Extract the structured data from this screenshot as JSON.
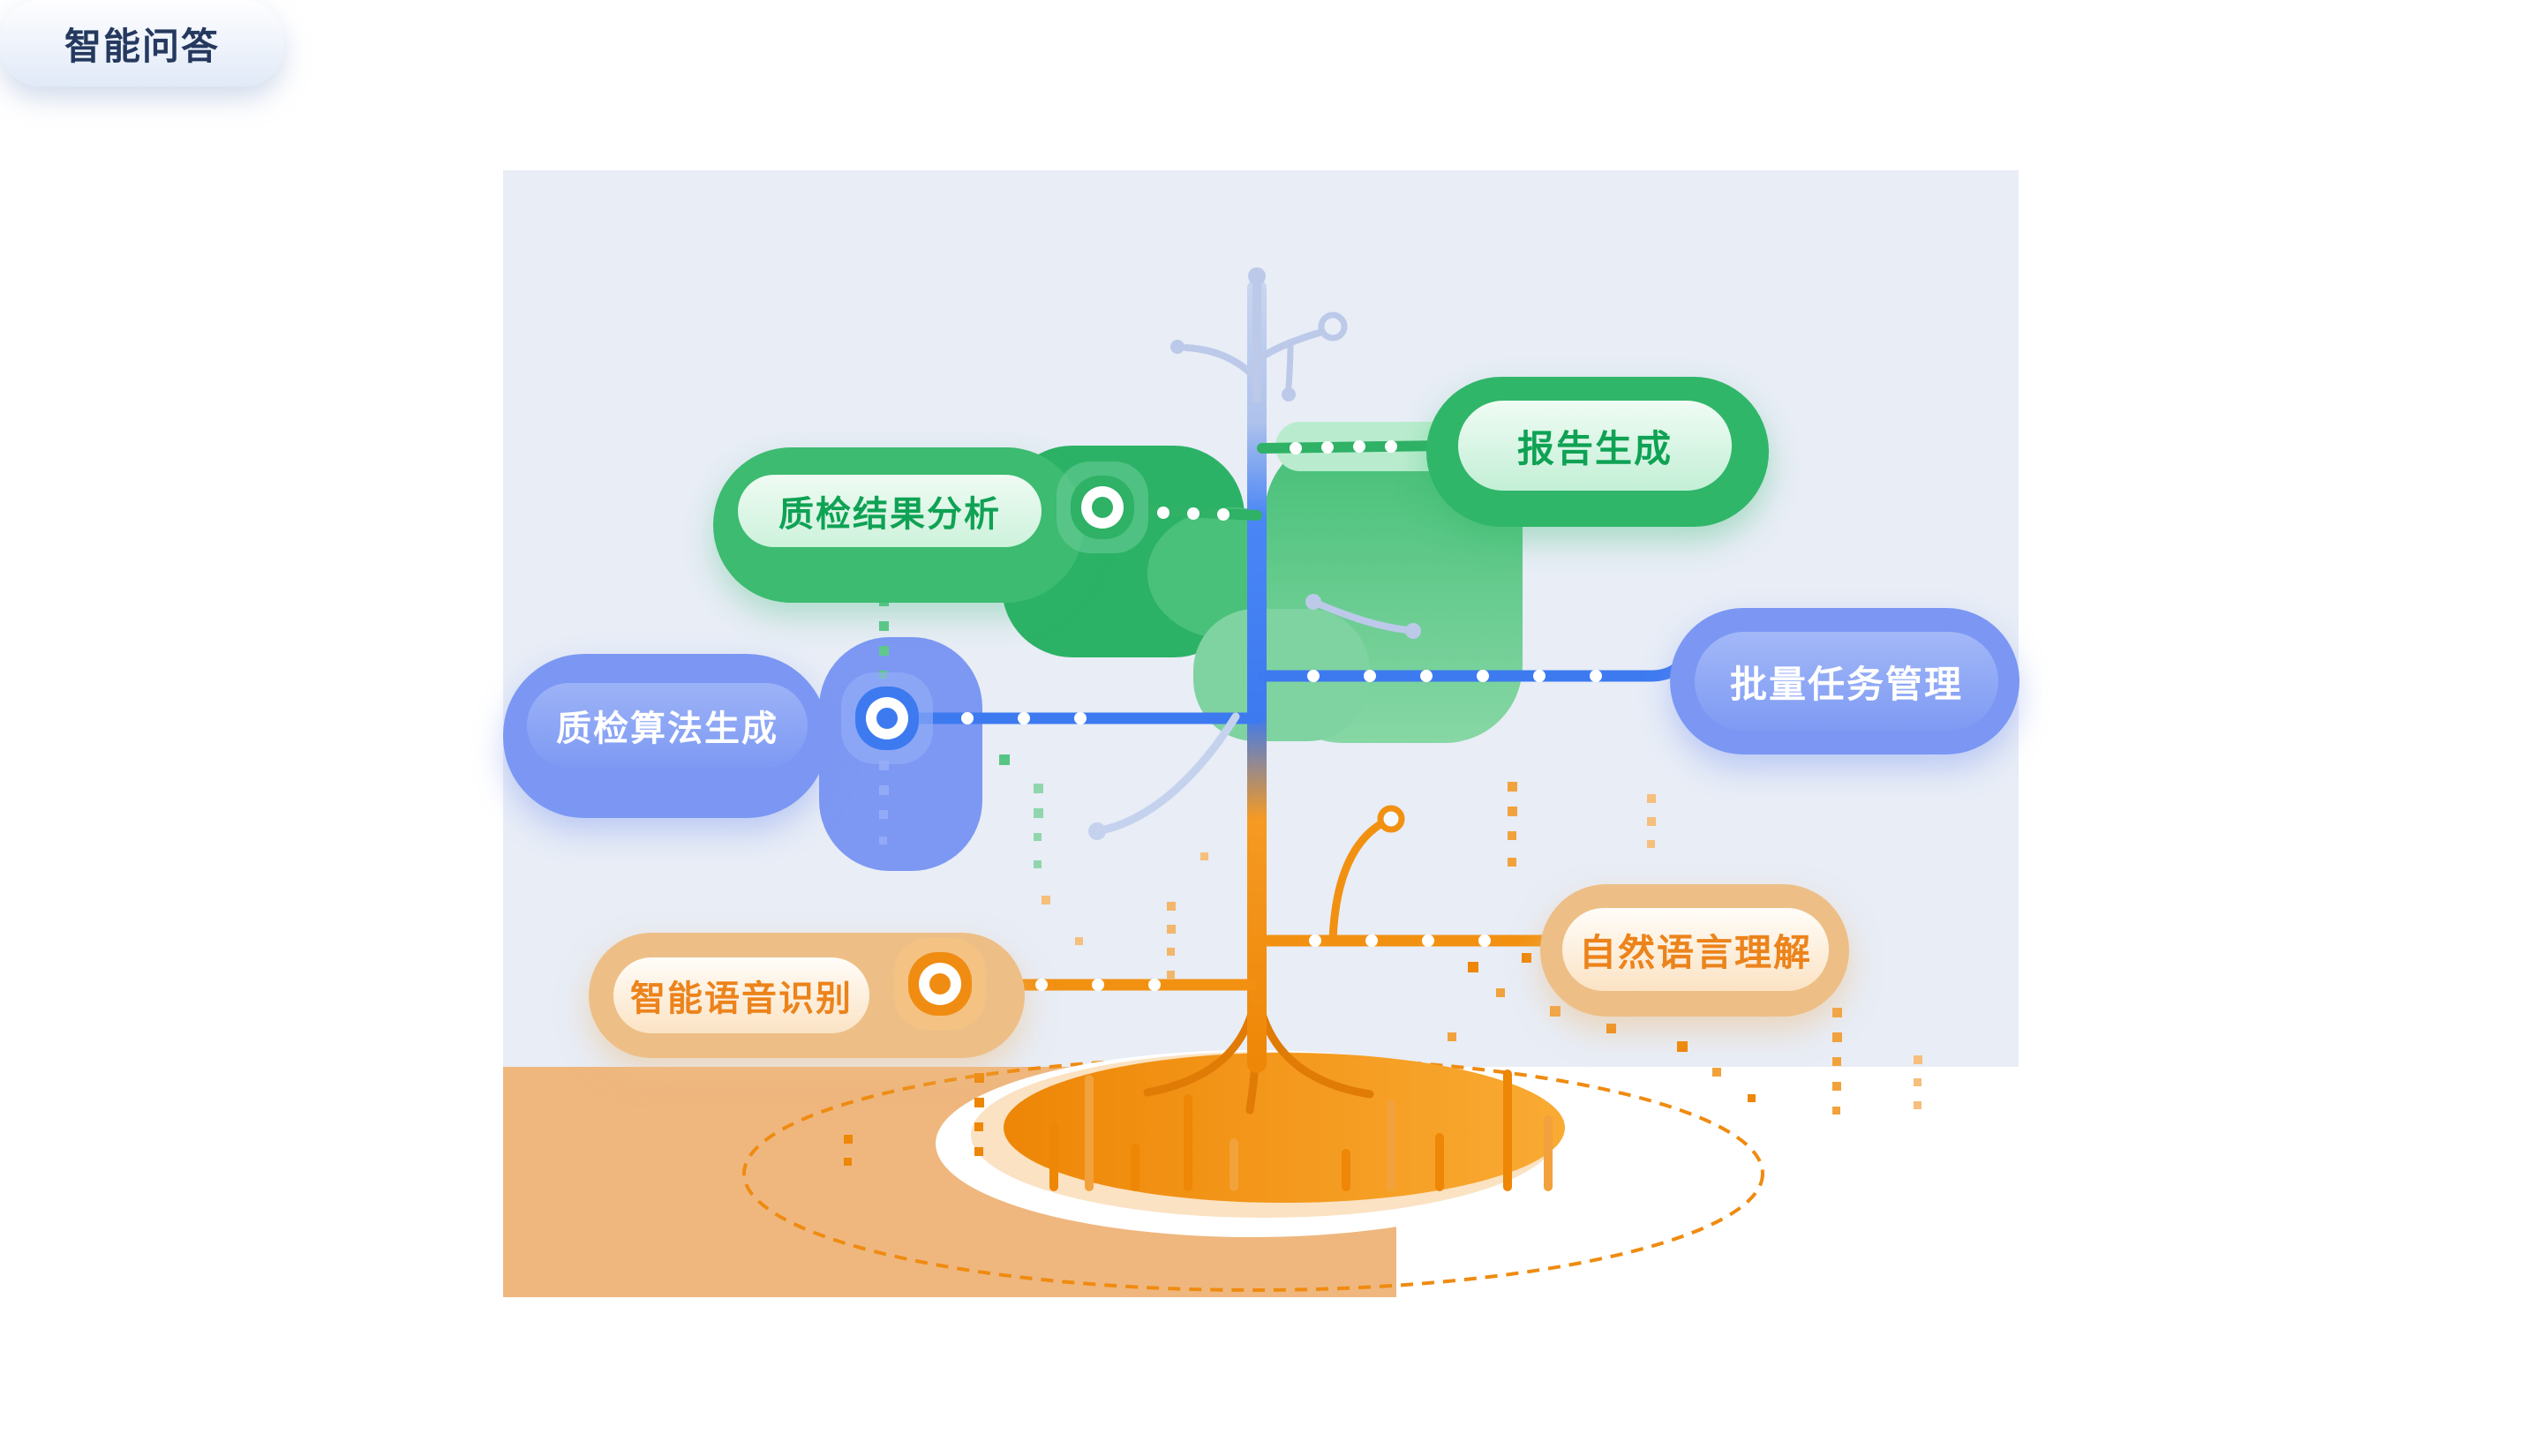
{
  "diagram": {
    "kind": "ai-capability-tree",
    "nodes": {
      "qa": {
        "label": "智能问答",
        "text_color": "#25395f",
        "pill_color": "#eef4fc"
      },
      "report": {
        "label": "报告生成",
        "text_color": "#0fa254",
        "pill_color": "#30b669"
      },
      "analysis": {
        "label": "质检结果分析",
        "text_color": "#0fa254",
        "pill_color": "#3cbb71"
      },
      "batch": {
        "label": "批量任务管理",
        "text_color": "#ffffff",
        "pill_color": "#7b97f3"
      },
      "algorithm": {
        "label": "质检算法生成",
        "text_color": "#ffffff",
        "pill_color": "#7b97f3"
      },
      "nlu": {
        "label": "自然语言理解",
        "text_color": "#ec831b",
        "pill_color": "#edbf87"
      },
      "asr": {
        "label": "智能语音识别",
        "text_color": "#ec831b",
        "pill_color": "#edbf87"
      }
    },
    "colors": {
      "background_panel": "#e8edf6",
      "ground": "#efb77e",
      "green_branch": "#2fb166",
      "blue_branch": "#3d7af0",
      "orange_branch": "#f08c12",
      "pale_branch": "#bcc9e9",
      "base_ellipse": "#ee8606"
    }
  }
}
